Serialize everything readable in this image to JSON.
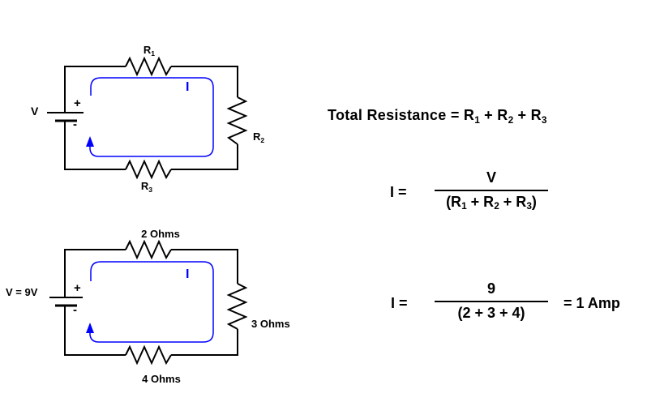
{
  "colors": {
    "wire": "#000000",
    "current_loop": "#0000ff",
    "text": "#000000",
    "background": "#ffffff"
  },
  "circuits": {
    "symbolic": {
      "source_label": "V",
      "plus_sign": "+",
      "minus_sign": "-",
      "current_label": "I",
      "resistor_top": {
        "base": "R",
        "sub": "1"
      },
      "resistor_right": {
        "base": "R",
        "sub": "2"
      },
      "resistor_bottom": {
        "base": "R",
        "sub": "3"
      }
    },
    "numeric": {
      "source_label": "V = 9V",
      "plus_sign": "+",
      "minus_sign": "-",
      "current_label": "I",
      "resistor_top": "2 Ohms",
      "resistor_right": "3 Ohms",
      "resistor_bottom": "4 Ohms"
    }
  },
  "equations": {
    "total_resistance": {
      "prefix": "Total Resistance = R",
      "sub1": "1",
      "plus1": " + R",
      "sub2": "2",
      "plus2": " + R",
      "sub3": "3"
    },
    "ohms_law": {
      "lhs": "I =",
      "numerator": "V",
      "den_open": "(R",
      "den_sub1": "1",
      "den_plus1": " + R",
      "den_sub2": "2",
      "den_plus2": " + R",
      "den_sub3": "3",
      "den_close": ")"
    },
    "worked_example": {
      "lhs": "I =",
      "numerator": "9",
      "denominator": "(2 + 3 + 4)",
      "result": "= 1 Amp"
    }
  }
}
